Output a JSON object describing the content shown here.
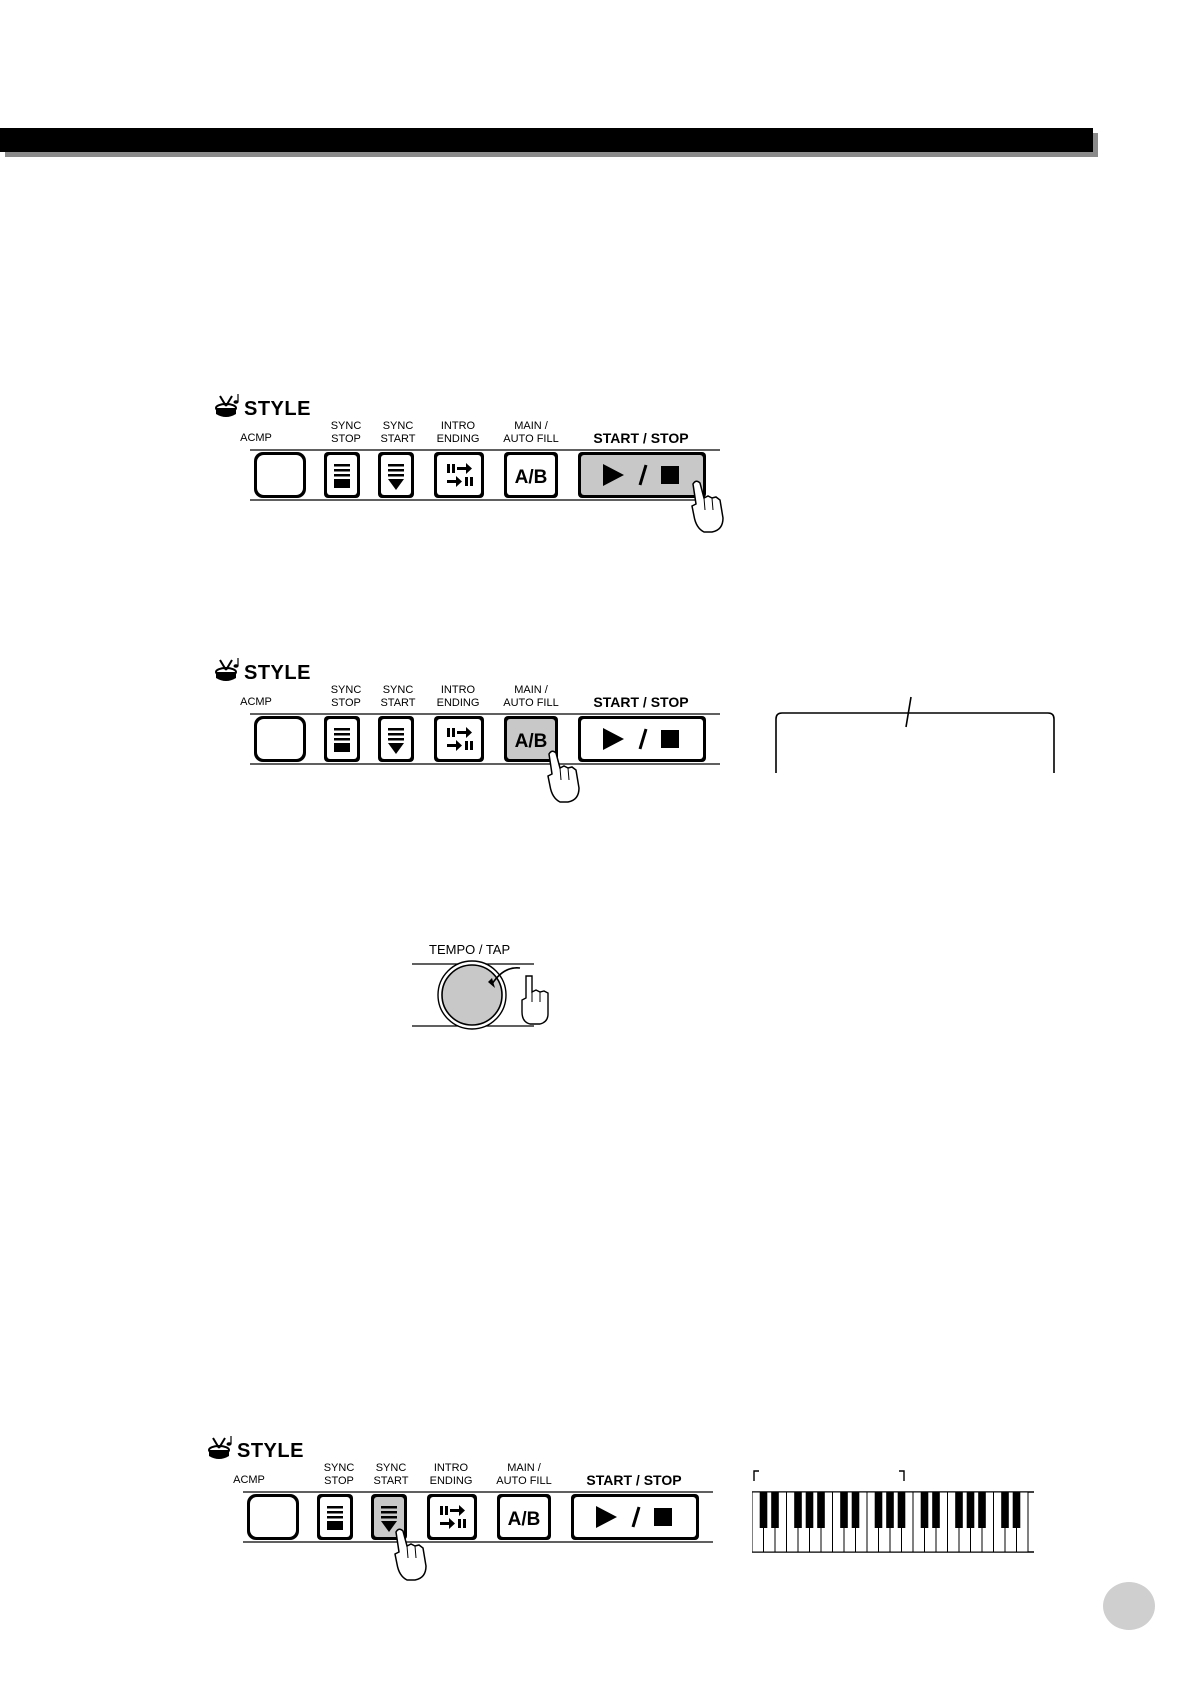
{
  "panels": [
    {
      "title": "STYLE",
      "labels": {
        "acmp": "ACMP",
        "sync_stop": "SYNC\nSTOP",
        "sync_start": "SYNC\nSTART",
        "intro_ending": "INTRO\nENDING",
        "main_autofill": "MAIN /\nAUTO  FILL",
        "start_stop": "START / STOP"
      },
      "ab_text": "A/B",
      "pressed": "start-stop"
    },
    {
      "title": "STYLE",
      "labels": {
        "acmp": "ACMP",
        "sync_stop": "SYNC\nSTOP",
        "sync_start": "SYNC\nSTART",
        "intro_ending": "INTRO\nENDING",
        "main_autofill": "MAIN /\nAUTO  FILL",
        "start_stop": "START / STOP"
      },
      "ab_text": "A/B",
      "pressed": "main-auto-fill"
    },
    {
      "title": "STYLE",
      "labels": {
        "acmp": "ACMP",
        "sync_stop": "SYNC\nSTOP",
        "sync_start": "SYNC\nSTART",
        "intro_ending": "INTRO\nENDING",
        "main_autofill": "MAIN /\nAUTO  FILL",
        "start_stop": "START / STOP"
      },
      "ab_text": "A/B",
      "pressed": "sync-start"
    }
  ],
  "tempo": {
    "label": "TEMPO / TAP"
  },
  "colors": {
    "pressed": "#c8c8c8",
    "badge": "#cfcfcf"
  }
}
